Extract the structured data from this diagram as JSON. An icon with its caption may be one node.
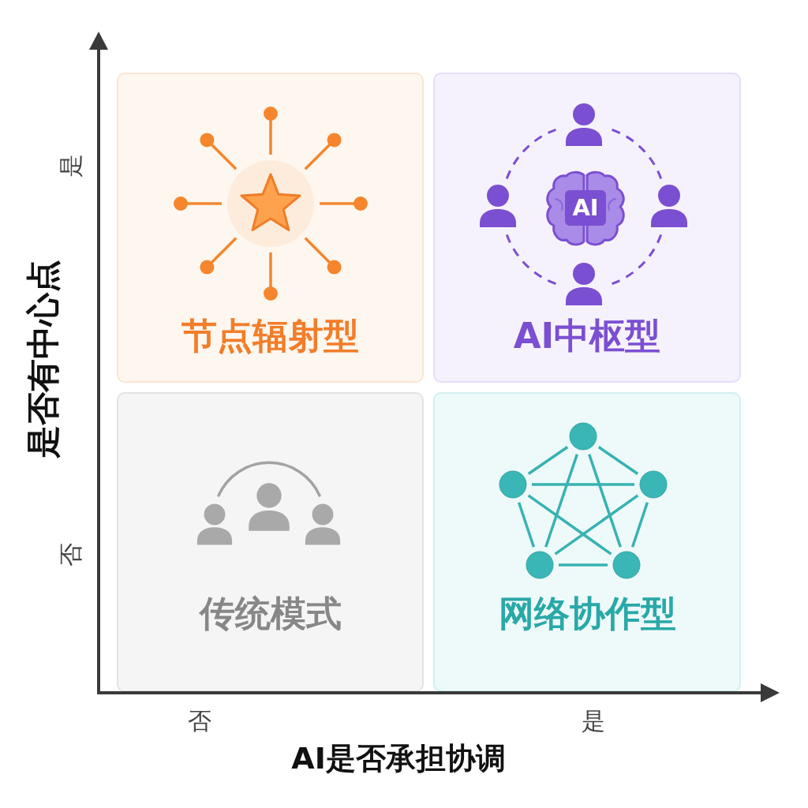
{
  "diagram": {
    "nodes": [
      {
        "text": [
          "节点辐射型"
        ]
      },
      {
        "text": [
          "AI中枢型"
        ]
      },
      {
        "text": [
          "AI"
        ],
        "in": 1
      },
      {
        "text": [
          "传统模式"
        ]
      },
      {
        "text": [
          "网络协作型"
        ]
      }
    ],
    "labels": [
      "是",
      "是否有中心点",
      "否",
      "否",
      "是",
      "AI是否承担协调"
    ]
  }
}
